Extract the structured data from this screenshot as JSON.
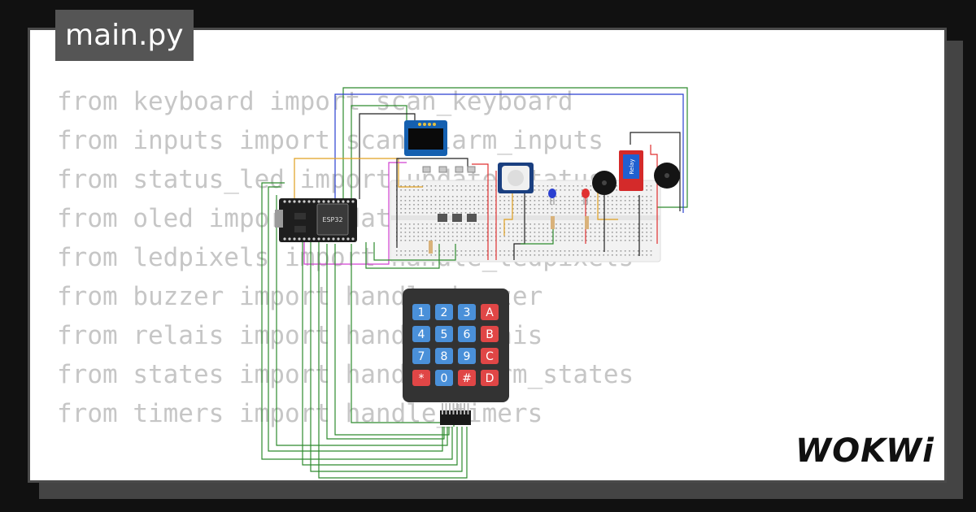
{
  "file_tab": {
    "label": "main.py"
  },
  "code_lines": [
    "from keyboard import scan_keyboard",
    "from inputs import scan_alarm_inputs",
    "from status_led import update_status",
    "from oled import update_oled",
    "from ledpixels import handle_ledpixels",
    "from buzzer import handle_buzzer",
    "from relais import handle_relais",
    "from states import handle_alarm_states",
    "from timers import handle_timers"
  ],
  "esp32": {
    "chip_label": "ESP32"
  },
  "relay": {
    "label": "Relay"
  },
  "keypad": {
    "keys": [
      {
        "label": "1",
        "kind": "digit"
      },
      {
        "label": "2",
        "kind": "digit"
      },
      {
        "label": "3",
        "kind": "digit"
      },
      {
        "label": "A",
        "kind": "letter"
      },
      {
        "label": "4",
        "kind": "digit"
      },
      {
        "label": "5",
        "kind": "digit"
      },
      {
        "label": "6",
        "kind": "digit"
      },
      {
        "label": "B",
        "kind": "letter"
      },
      {
        "label": "7",
        "kind": "digit"
      },
      {
        "label": "8",
        "kind": "digit"
      },
      {
        "label": "9",
        "kind": "digit"
      },
      {
        "label": "C",
        "kind": "letter"
      },
      {
        "label": "*",
        "kind": "symbol"
      },
      {
        "label": "0",
        "kind": "digit"
      },
      {
        "label": "#",
        "kind": "symbol"
      },
      {
        "label": "D",
        "kind": "letter"
      }
    ]
  },
  "brand": {
    "logo_text": "WOKWi"
  },
  "colors": {
    "digit_key": "#4a90d9",
    "letter_key": "#e04646",
    "wire_green": "#2e8b2e",
    "wire_red": "#e03030",
    "wire_blue": "#2a3fd0",
    "wire_orange": "#e0a020",
    "wire_magenta": "#d040d0",
    "wire_black": "#222222"
  }
}
